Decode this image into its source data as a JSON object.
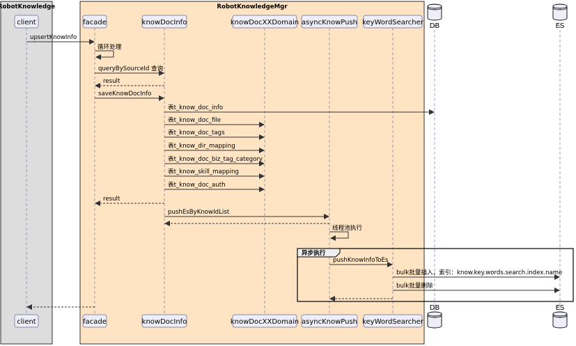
{
  "boxes": [
    {
      "id": "robot_knowledge",
      "label": "RobotKnowledge"
    },
    {
      "id": "robot_knowledge_mgr",
      "label": "RobotKnowledgeMgr"
    }
  ],
  "participants": [
    {
      "id": "client",
      "label": "client",
      "kind": "participant"
    },
    {
      "id": "facade",
      "label": "facade",
      "kind": "participant"
    },
    {
      "id": "knowDocInfo",
      "label": "knowDocInfo",
      "kind": "participant"
    },
    {
      "id": "knowDocXXDomain",
      "label": "knowDocXXDomain",
      "kind": "participant"
    },
    {
      "id": "asyncKnowPush",
      "label": "asyncKnowPush",
      "kind": "participant"
    },
    {
      "id": "keyWordSearcher",
      "label": "keyWordSearcher",
      "kind": "participant"
    },
    {
      "id": "db",
      "label": "DB",
      "kind": "database"
    },
    {
      "id": "es",
      "label": "ES",
      "kind": "database"
    }
  ],
  "messages": [
    {
      "from": "client",
      "to": "facade",
      "label": "upsertKnowInfo",
      "style": "solid"
    },
    {
      "from": "facade",
      "to": "facade",
      "label": "循环处理",
      "style": "self"
    },
    {
      "from": "facade",
      "to": "knowDocInfo",
      "label": "queryBySourceId 查询",
      "style": "solid"
    },
    {
      "from": "knowDocInfo",
      "to": "facade",
      "label": "result",
      "style": "dashed"
    },
    {
      "from": "facade",
      "to": "knowDocInfo",
      "label": "saveKnowDocInfo",
      "style": "solid"
    },
    {
      "from": "knowDocInfo",
      "to": "db",
      "label": "表t_know_doc_info",
      "style": "solid"
    },
    {
      "from": "knowDocInfo",
      "to": "knowDocXXDomain",
      "label": "表t_know_doc_file",
      "style": "solid"
    },
    {
      "from": "knowDocInfo",
      "to": "knowDocXXDomain",
      "label": "表t_know_doc_tags",
      "style": "solid"
    },
    {
      "from": "knowDocInfo",
      "to": "knowDocXXDomain",
      "label": "表t_know_dir_mapping",
      "style": "solid"
    },
    {
      "from": "knowDocInfo",
      "to": "knowDocXXDomain",
      "label": "表t_know_doc_biz_tag_category",
      "style": "solid"
    },
    {
      "from": "knowDocInfo",
      "to": "knowDocXXDomain",
      "label": "表t_know_skill_mapping",
      "style": "solid"
    },
    {
      "from": "knowDocInfo",
      "to": "knowDocXXDomain",
      "label": "表t_know_doc_auth",
      "style": "solid"
    },
    {
      "from": "knowDocInfo",
      "to": "facade",
      "label": "result",
      "style": "dashed"
    },
    {
      "from": "knowDocInfo",
      "to": "asyncKnowPush",
      "label": "pushEsByKnowIdList",
      "style": "solid"
    },
    {
      "from": "asyncKnowPush",
      "to": "knowDocInfo",
      "label": "",
      "style": "dashed"
    },
    {
      "from": "asyncKnowPush",
      "to": "asyncKnowPush",
      "label": "线程池执行",
      "style": "self"
    },
    {
      "from": "asyncKnowPush",
      "to": "keyWordSearcher",
      "label": "pushKnowInfoToEs",
      "style": "solid"
    },
    {
      "from": "keyWordSearcher",
      "to": "es",
      "label": "bulk批量插入，索引：know.key.words.search.index.name",
      "style": "solid"
    },
    {
      "from": "keyWordSearcher",
      "to": "es",
      "label": "bulk批量删除",
      "style": "solid"
    },
    {
      "from": "keyWordSearcher",
      "to": "asyncKnowPush",
      "label": "",
      "style": "dashed"
    },
    {
      "from": "facade",
      "to": "client",
      "label": "",
      "style": "dashed"
    }
  ],
  "fragment": {
    "label": "异步执行"
  },
  "colors": {
    "robot_knowledge_bg": "#DDDDDD",
    "robot_knowledge_mgr_bg": "#FFE4C4",
    "participant_fill": "#EEEEF8",
    "participant_border": "#8888AA",
    "lifeline": "#8888AA",
    "arrow": "#333333"
  }
}
